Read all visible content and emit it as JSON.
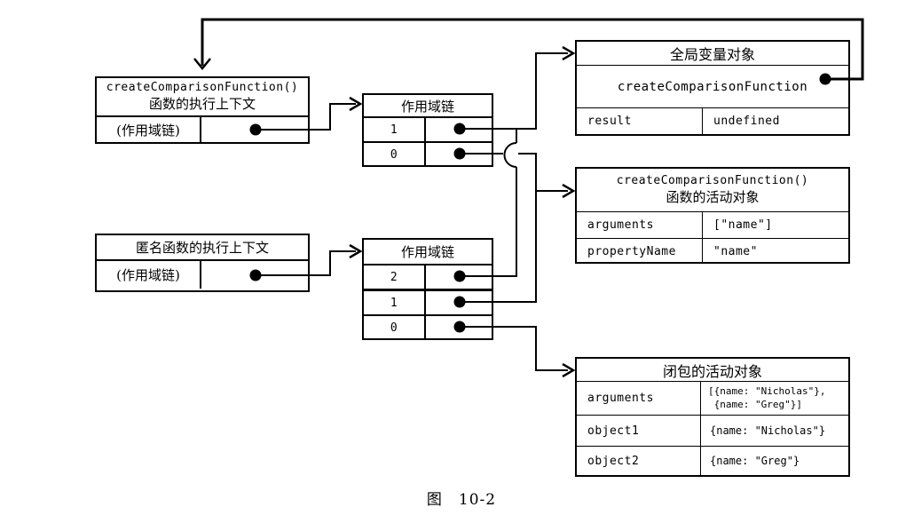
{
  "figure": {
    "caption": "图　10-2",
    "colors": {
      "line": "#000000",
      "background": "#ffffff",
      "text": "#000000"
    },
    "exec_context_fn": {
      "title_code": "createComparisonFunction()",
      "title_cn": "函数的执行上下文",
      "scope_chain_label": "(作用域链)"
    },
    "exec_context_anon": {
      "title_cn": "匿名函数的执行上下文",
      "scope_chain_label": "(作用域链)"
    },
    "scope_chain_fn": {
      "title": "作用域链",
      "slots": [
        "1",
        "0"
      ]
    },
    "scope_chain_anon": {
      "title": "作用域链",
      "slots": [
        "2",
        "1",
        "0"
      ]
    },
    "global_variable_object": {
      "title": "全局变量对象",
      "fn_name": "createComparisonFunction",
      "rows": [
        {
          "key": "result",
          "value": "undefined"
        }
      ]
    },
    "fn_activation_object": {
      "title_code": "createComparisonFunction()",
      "title_cn": "函数的活动对象",
      "rows": [
        {
          "key": "arguments",
          "value": "[\"name\"]"
        },
        {
          "key": "propertyName",
          "value": "\"name\""
        }
      ]
    },
    "closure_activation_object": {
      "title": "闭包的活动对象",
      "rows": [
        {
          "key": "arguments",
          "value_line1": "[{name: \"Nicholas\"},",
          "value_line2": " {name: \"Greg\"}]"
        },
        {
          "key": "object1",
          "value": "{name: \"Nicholas\"}"
        },
        {
          "key": "object2",
          "value": "{name: \"Greg\"}"
        }
      ]
    }
  }
}
